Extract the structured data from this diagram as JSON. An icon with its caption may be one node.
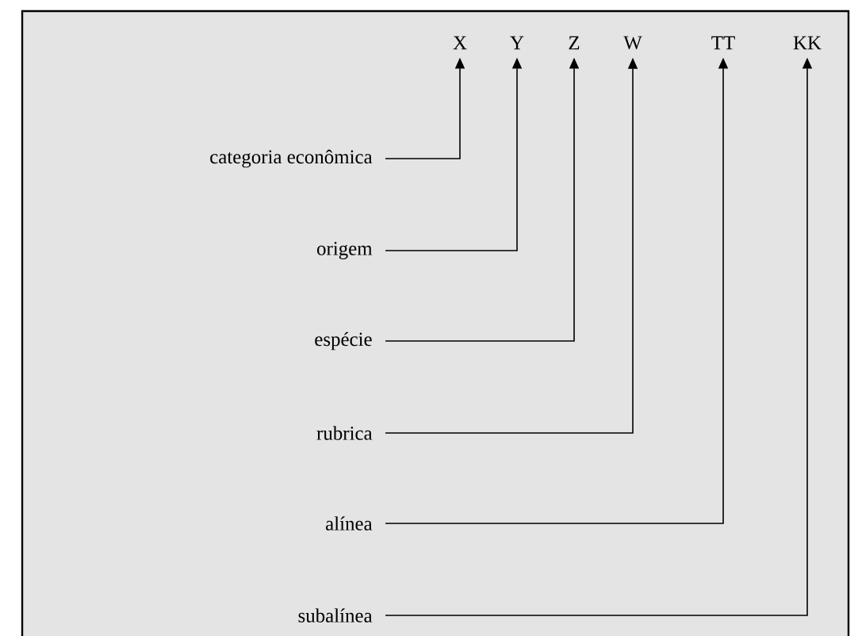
{
  "diagram": {
    "nodes": [
      {
        "text": [
          "X"
        ]
      },
      {
        "text": [
          "Y"
        ]
      },
      {
        "text": [
          "Z"
        ]
      },
      {
        "text": [
          "W"
        ]
      },
      {
        "text": [
          "TT"
        ]
      },
      {
        "text": [
          "KK"
        ]
      },
      {
        "text": [
          "categoria econômica"
        ]
      },
      {
        "text": [
          "origem"
        ]
      },
      {
        "text": [
          "espécie"
        ]
      },
      {
        "text": [
          "rubrica"
        ]
      },
      {
        "text": [
          "alínea"
        ]
      },
      {
        "text": [
          "subalínea"
        ]
      }
    ],
    "edges": [
      {
        "from": 6,
        "to": 0,
        "arrow": "to"
      },
      {
        "from": 7,
        "to": 1,
        "arrow": "to"
      },
      {
        "from": 8,
        "to": 2,
        "arrow": "to"
      },
      {
        "from": 9,
        "to": 3,
        "arrow": "to"
      },
      {
        "from": 10,
        "to": 4,
        "arrow": "to"
      },
      {
        "from": 11,
        "to": 5,
        "arrow": "to"
      }
    ]
  }
}
